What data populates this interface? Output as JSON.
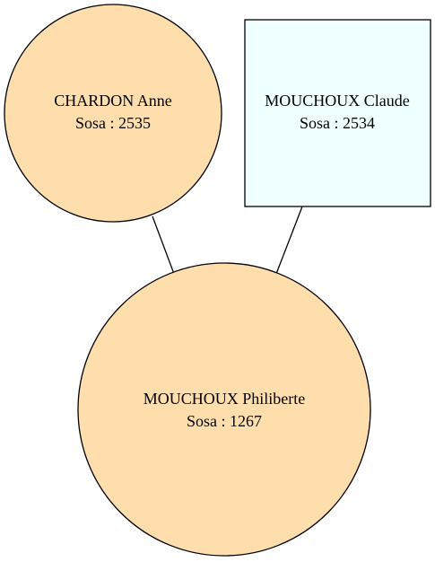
{
  "nodes": [
    {
      "id": "anne",
      "name": "CHARDON Anne",
      "sosa": "Sosa : 2535",
      "shape": "circle",
      "fill": "#FFDEAD"
    },
    {
      "id": "claude",
      "name": "MOUCHOUX Claude",
      "sosa": "Sosa : 2534",
      "shape": "box",
      "fill": "#F0FFFF"
    },
    {
      "id": "philiberte",
      "name": "MOUCHOUX Philiberte",
      "sosa": "Sosa : 1267",
      "shape": "circle",
      "fill": "#FFDEAD"
    }
  ],
  "edges": [
    {
      "from": "anne",
      "to": "philiberte"
    },
    {
      "from": "claude",
      "to": "philiberte"
    }
  ],
  "colors": {
    "stroke": "#000000",
    "background": "#FFFFFF"
  }
}
